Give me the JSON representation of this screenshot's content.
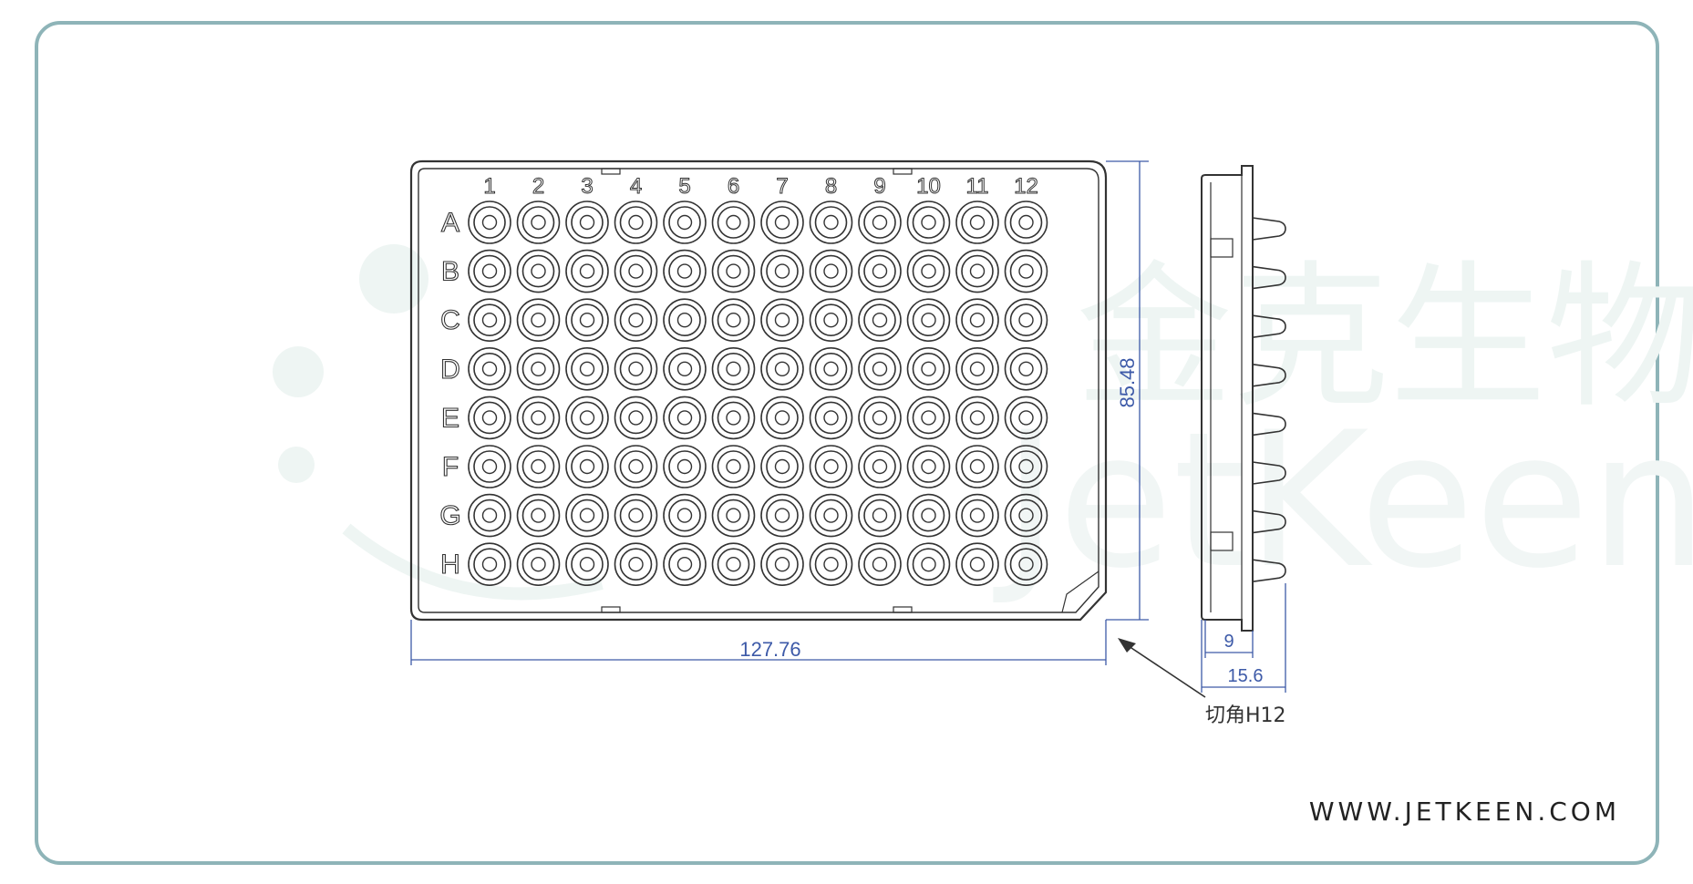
{
  "plate": {
    "columns": [
      "1",
      "2",
      "3",
      "4",
      "5",
      "6",
      "7",
      "8",
      "9",
      "10",
      "11",
      "12"
    ],
    "rows": [
      "A",
      "B",
      "C",
      "D",
      "E",
      "F",
      "G",
      "H"
    ]
  },
  "dimensions": {
    "length": "127.76",
    "width": "85.48",
    "skirt_height": "9",
    "total_height": "15.6"
  },
  "corner_note": "切角H12",
  "watermark": {
    "cn": "金克生物",
    "en": "JetKeen"
  },
  "website": "WWW.JETKEEN.COM",
  "colors": {
    "frame": "#8eb4b8",
    "dimension": "#3d5aa8",
    "outline": "#333333",
    "watermark": "#eef5f3"
  }
}
